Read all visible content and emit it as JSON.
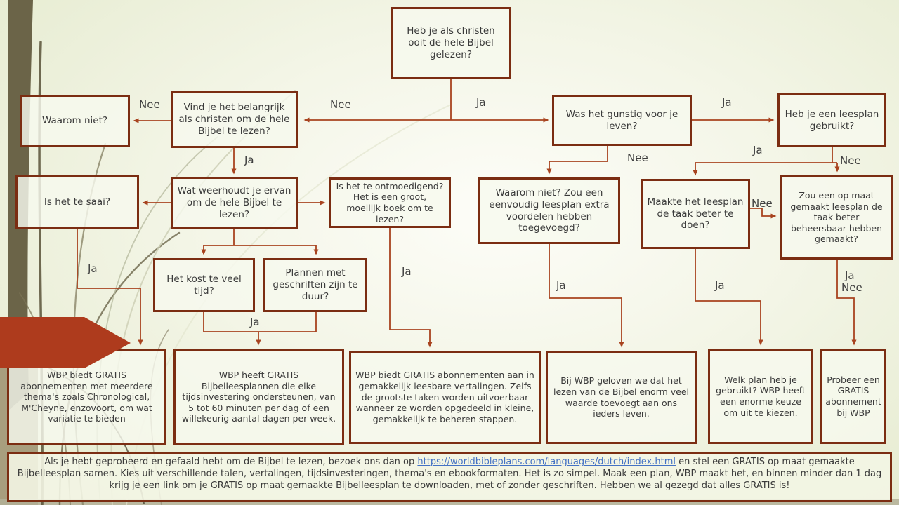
{
  "nodes": {
    "q_read": {
      "text": "Heb je als christen ooit de hele Bijbel gelezen?"
    },
    "q_waarom_niet": {
      "text": "Waarom niet?"
    },
    "q_belangrijk": {
      "text": "Vind je het belangrijk als christen om de hele Bijbel te lezen?"
    },
    "q_gunstig": {
      "text": "Was het gunstig voor je leven?"
    },
    "q_leesplan": {
      "text": "Heb je een leesplan gebruikt?"
    },
    "q_saai": {
      "text": "Is het te saai?"
    },
    "q_weerhoudt": {
      "text": "Wat weerhoudt je ervan om de hele Bijbel te lezen?"
    },
    "q_ontmoedigend": {
      "text": "Is het te ontmoedigend?  Het is een groot, moeilijk boek om te lezen?"
    },
    "q_voordelen": {
      "text": "Waarom niet?  Zou een eenvoudig leesplan extra voordelen hebben toegevoegd?"
    },
    "q_taak": {
      "text": "Maakte het leesplan de taak beter te doen?"
    },
    "q_opmaat": {
      "text": "Zou een op maat gemaakt leesplan de taak beter beheersbaar hebben gemaakt?"
    },
    "q_tijd": {
      "text": "Het kost te veel tijd?"
    },
    "q_duur": {
      "text": "Plannen met geschriften zijn te duur?"
    },
    "a_themas": {
      "text": "WBP biedt GRATIS abonnementen met meerdere thema's zoals Chronological, M'Cheyne, enzovoort, om wat variatie te bieden"
    },
    "a_tijdsinvestering": {
      "text": "WBP heeft GRATIS Bijbelleesplannen die elke tijdsinvestering ondersteunen, van 5 tot 60 minuten per dag of een willekeurig aantal dagen per week."
    },
    "a_vertalingen": {
      "text": "WBP biedt GRATIS abonnementen aan in gemakkelijk leesbare vertalingen.  Zelfs de grootste taken worden uitvoerbaar wanneer ze worden opgedeeld in kleine, gemakkelijk te beheren stappen."
    },
    "a_waarde": {
      "text": "Bij WBP  geloven we dat het lezen van de Bijbel enorm veel waarde toevoegt aan ons ieders leven."
    },
    "a_keuze": {
      "text": "Welk plan heb je gebruikt?  WBP heeft een enorme keuze om uit te kiezen."
    },
    "a_probeer": {
      "text": "Probeer een GRATIS abonnement bij WBP"
    }
  },
  "edge_labels": {
    "root_nee": "Nee",
    "root_ja": "Ja",
    "belangrijk_nee": "Nee",
    "belangrijk_ja": "Ja",
    "gunstig_ja": "Ja",
    "gunstig_nee": "Nee",
    "leesplan_ja": "Ja",
    "leesplan_nee": "Nee",
    "taak_nee": "Nee",
    "saai_ja": "Ja",
    "tijd_ja": "Ja",
    "ontmoedigend_ja": "Ja",
    "voordelen_ja": "Ja",
    "taak_ja": "Ja",
    "opmaat_ja": "Ja",
    "opmaat_nee": "Nee"
  },
  "banner": {
    "text_before": "Als je hebt geprobeerd en gefaald hebt om de Bijbel te lezen, bezoek ons dan op ",
    "link_text": "https://worldbibleplans.com/languages/dutch/index.html",
    "text_after": " en stel een GRATIS op maat gemaakte Bijbelleesplan samen.  Kies uit verschillende talen, vertalingen, tijdsinvesteringen, thema's en ebookformaten.  Het is zo simpel.  Maak een plan, WBP maakt het, en binnen minder dan 1 dag krijg je een link om je GRATIS op maat gemaakte Bijbelleesplan te downloaden, met of zonder geschriften.  Hebben we al gezegd dat alles GRATIS is!"
  },
  "colors": {
    "box_border": "#7b2d12",
    "connector": "#a8431f",
    "accent_arrow": "#ae3b1d",
    "link_blue": "#4472c4",
    "background_edge": "#e4eacd"
  }
}
